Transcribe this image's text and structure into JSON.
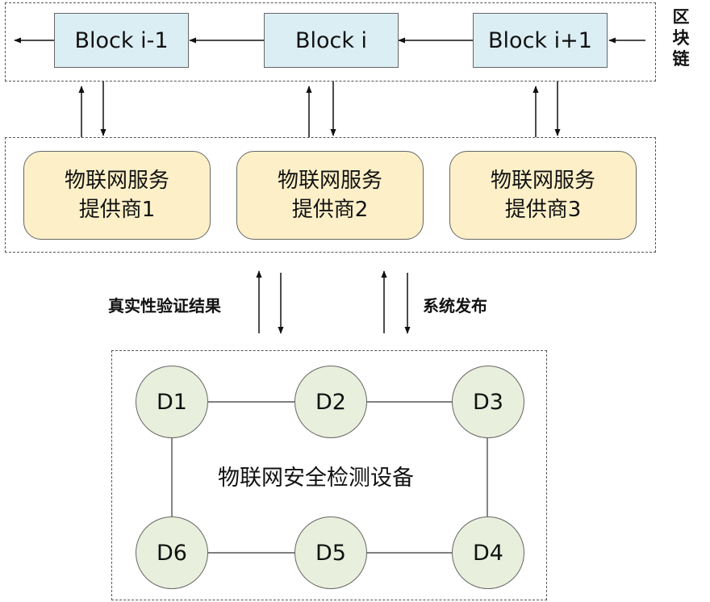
{
  "blockchain": {
    "label_lines": [
      "区",
      "块",
      "链"
    ],
    "blocks": [
      "Block i-1",
      "Block i",
      "Block i+1"
    ]
  },
  "providers": [
    {
      "line1": "物联网服务",
      "line2": "提供商1"
    },
    {
      "line1": "物联网服务",
      "line2": "提供商2"
    },
    {
      "line1": "物联网服务",
      "line2": "提供商3"
    }
  ],
  "flows": {
    "left_label": "真实性验证结果",
    "right_label": "系统发布"
  },
  "devices": {
    "title": "物联网安全检测设备",
    "nodes": [
      "D1",
      "D2",
      "D3",
      "D4",
      "D5",
      "D6"
    ]
  }
}
